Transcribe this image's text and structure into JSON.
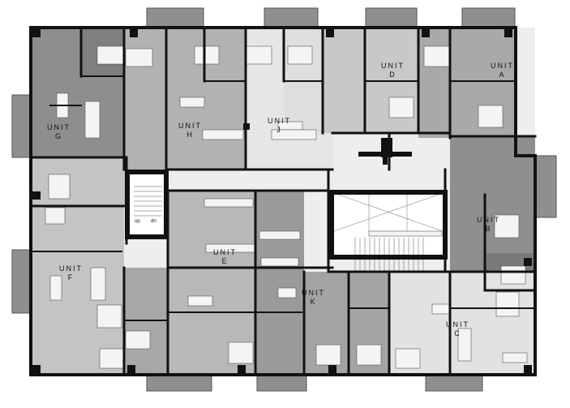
{
  "plan": {
    "type": "residential floor plan",
    "colors": {
      "wall": "#111111",
      "corridor": "#eeeeee",
      "balcony": "#8f8f8f",
      "unit_dark": "#8e8e8e",
      "unit_mid": "#a9a9a9",
      "unit_light": "#c4c4c4",
      "unit_lighter": "#dcdcdc",
      "furniture": "#f4f4f4"
    },
    "units": [
      {
        "id": "A",
        "label": "UNIT\nA"
      },
      {
        "id": "B",
        "label": "UNIT\nB"
      },
      {
        "id": "C",
        "label": "UNIT\nC"
      },
      {
        "id": "D",
        "label": "UNIT\nD"
      },
      {
        "id": "E",
        "label": "UNIT\nE"
      },
      {
        "id": "F",
        "label": "UNIT\nF"
      },
      {
        "id": "G",
        "label": "UNIT\nG"
      },
      {
        "id": "H",
        "label": "UNIT\nH"
      },
      {
        "id": "J",
        "label": "UNIT\nJ"
      },
      {
        "id": "K",
        "label": "UNIT\nK"
      }
    ],
    "stair": {
      "up": "up",
      "dn": "dn"
    }
  }
}
